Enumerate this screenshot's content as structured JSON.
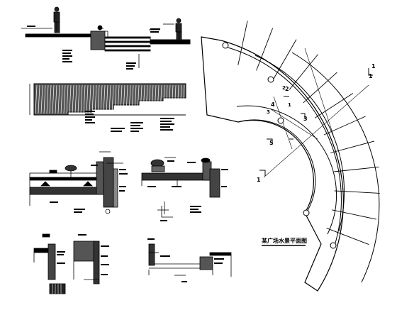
{
  "plan": {
    "title": "某广场水景平面图",
    "section_marks": [
      "1",
      "2",
      "3",
      "4",
      "5",
      "1",
      "1"
    ],
    "wall_marks": [
      "1",
      "2",
      "3"
    ]
  }
}
